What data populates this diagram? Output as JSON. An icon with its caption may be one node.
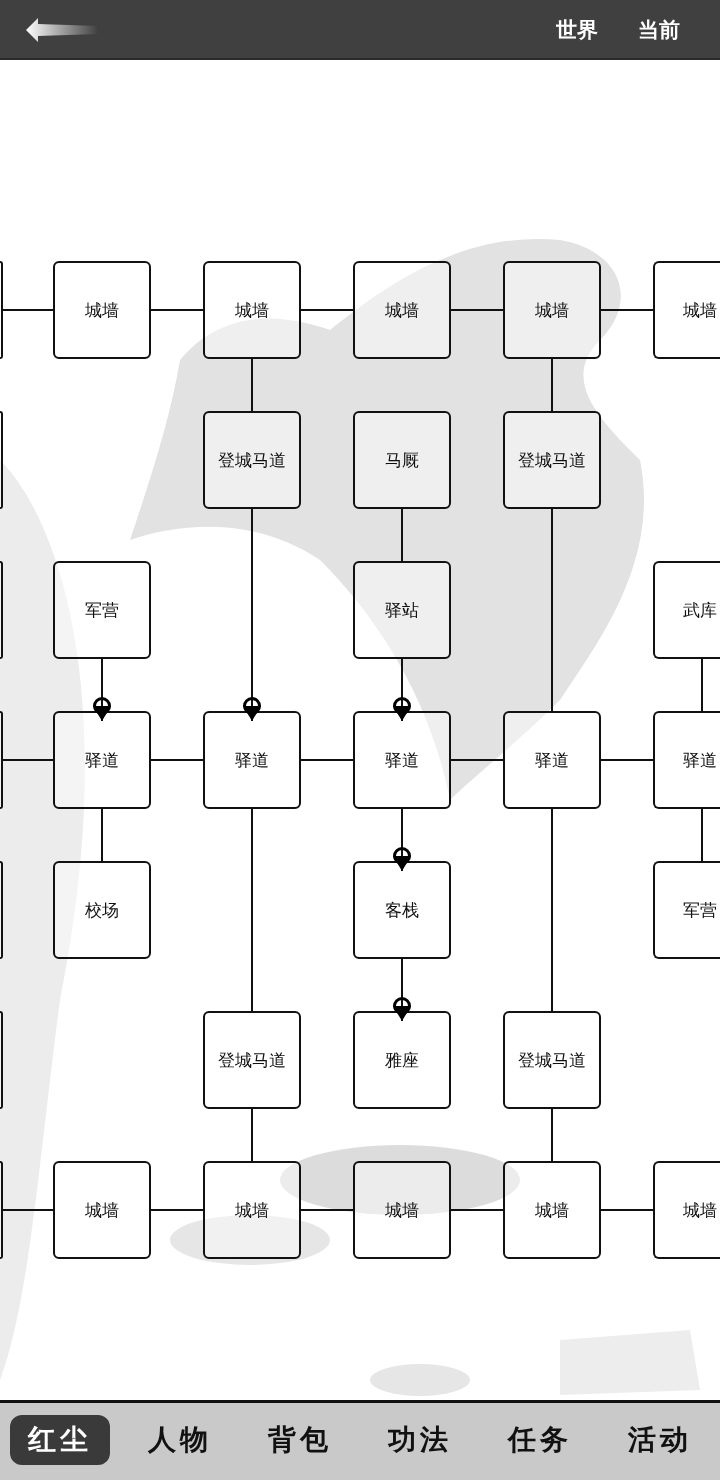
{
  "diagram": {
    "nodes": [
      {
        "text": [],
        "shape": "box"
      },
      {
        "text": [
          "城墙"
        ]
      },
      {
        "text": [
          "城墙"
        ]
      },
      {
        "text": [
          "城墙"
        ]
      },
      {
        "text": [
          "城墙"
        ]
      },
      {
        "text": [
          "城墙"
        ]
      },
      {
        "text": [],
        "shape": "box"
      },
      {
        "text": [
          "登城马道"
        ]
      },
      {
        "text": [
          "马厩"
        ]
      },
      {
        "text": [
          "登城马道"
        ]
      },
      {
        "text": [],
        "shape": "box"
      },
      {
        "text": [
          "军营"
        ]
      },
      {
        "text": [
          "驿站"
        ]
      },
      {
        "text": [
          "武库"
        ]
      },
      {
        "text": [],
        "shape": "box"
      },
      {
        "text": [
          "驿道"
        ]
      },
      {
        "text": [
          "驿道"
        ]
      },
      {
        "text": [
          "驿道"
        ]
      },
      {
        "text": [
          "驿道"
        ]
      },
      {
        "text": [
          "驿道"
        ]
      },
      {
        "text": [],
        "shape": "box"
      },
      {
        "text": [
          "校场"
        ]
      },
      {
        "text": [
          "客栈"
        ]
      },
      {
        "text": [
          "军营"
        ]
      },
      {
        "text": [],
        "shape": "box"
      },
      {
        "text": [
          "登城马道"
        ]
      },
      {
        "text": [
          "雅座"
        ]
      },
      {
        "text": [
          "登城马道"
        ]
      },
      {
        "text": [],
        "shape": "box"
      },
      {
        "text": [
          "城墙"
        ]
      },
      {
        "text": [
          "城墙"
        ]
      },
      {
        "text": [
          "城墙"
        ]
      },
      {
        "text": [
          "城墙"
        ]
      },
      {
        "text": [
          "城墙"
        ]
      }
    ],
    "edges": [
      {
        "from": 0,
        "to": 1,
        "arrow": "none"
      },
      {
        "from": 1,
        "to": 2,
        "arrow": "none"
      },
      {
        "from": 2,
        "to": 3,
        "arrow": "none"
      },
      {
        "from": 3,
        "to": 4,
        "arrow": "none"
      },
      {
        "from": 4,
        "to": 5,
        "arrow": "none"
      },
      {
        "from": 2,
        "to": 7,
        "arrow": "none"
      },
      {
        "from": 4,
        "to": 9,
        "arrow": "none"
      },
      {
        "from": 8,
        "to": 12,
        "arrow": "none"
      },
      {
        "from": 7,
        "to": 16,
        "arrow": "to"
      },
      {
        "from": 11,
        "to": 15,
        "arrow": "to"
      },
      {
        "from": 12,
        "to": 17,
        "arrow": "to"
      },
      {
        "from": 9,
        "to": 18,
        "arrow": "none"
      },
      {
        "from": 13,
        "to": 19,
        "arrow": "none"
      },
      {
        "from": 14,
        "to": 15,
        "arrow": "none"
      },
      {
        "from": 15,
        "to": 16,
        "arrow": "none"
      },
      {
        "from": 16,
        "to": 17,
        "arrow": "none"
      },
      {
        "from": 17,
        "to": 18,
        "arrow": "none"
      },
      {
        "from": 18,
        "to": 19,
        "arrow": "none"
      },
      {
        "from": 15,
        "to": 21,
        "arrow": "none"
      },
      {
        "from": 17,
        "to": 22,
        "arrow": "to"
      },
      {
        "from": 19,
        "to": 23,
        "arrow": "none"
      },
      {
        "from": 16,
        "to": 25,
        "arrow": "none"
      },
      {
        "from": 22,
        "to": 26,
        "arrow": "to"
      },
      {
        "from": 18,
        "to": 27,
        "arrow": "none"
      },
      {
        "from": 25,
        "to": 30,
        "arrow": "none"
      },
      {
        "from": 27,
        "to": 32,
        "arrow": "none"
      },
      {
        "from": 28,
        "to": 29,
        "arrow": "none"
      },
      {
        "from": 29,
        "to": 30,
        "arrow": "none"
      },
      {
        "from": 30,
        "to": 31,
        "arrow": "none"
      },
      {
        "from": 31,
        "to": 32,
        "arrow": "none"
      },
      {
        "from": 32,
        "to": 33,
        "arrow": "none"
      }
    ],
    "labels": [
      "世界",
      "当前",
      "红尘",
      "人物",
      "背包",
      "功法",
      "任务",
      "活动"
    ]
  }
}
